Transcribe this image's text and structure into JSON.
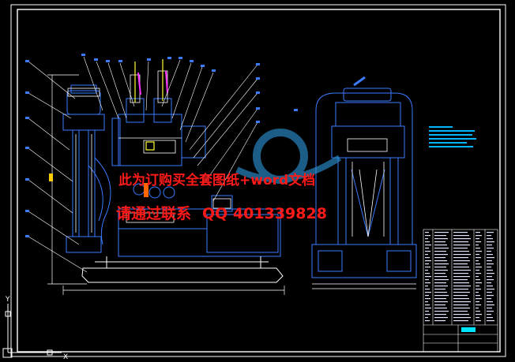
{
  "watermark": {
    "line1": "此为订购买全套图纸+word文档",
    "line2_prefix": "请通过联系",
    "line2_qq": "QQ 401339828"
  },
  "ucs": {
    "x_label": "X",
    "y_label": "Y"
  },
  "colors": {
    "background": "#000000",
    "frame": "#ffffff",
    "blue": "#3a7bff",
    "cyan": "#00e5ff",
    "yellow": "#ffff33",
    "green": "#33ff33",
    "magenta": "#ff33ff",
    "watermark": "#ff1a1a"
  }
}
